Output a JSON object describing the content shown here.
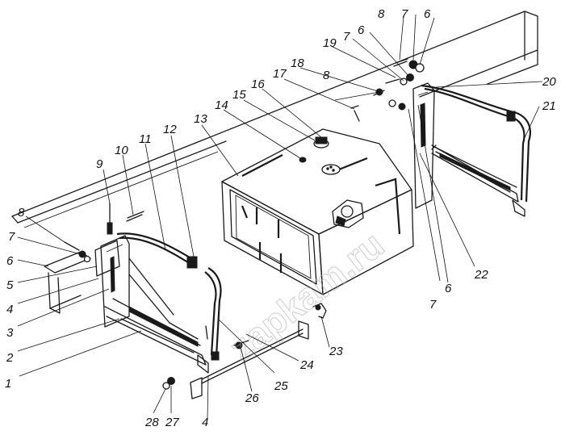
{
  "watermark": "zapkam.ru",
  "callouts": [
    {
      "id": "c1",
      "text": "1"
    },
    {
      "id": "c2",
      "text": "2"
    },
    {
      "id": "c3",
      "text": "3"
    },
    {
      "id": "c4a",
      "text": "4"
    },
    {
      "id": "c4b",
      "text": "4"
    },
    {
      "id": "c5",
      "text": "5"
    },
    {
      "id": "c6a",
      "text": "6"
    },
    {
      "id": "c6b",
      "text": "6"
    },
    {
      "id": "c6c",
      "text": "6"
    },
    {
      "id": "c6d",
      "text": "6"
    },
    {
      "id": "c7a",
      "text": "7"
    },
    {
      "id": "c7b",
      "text": "7"
    },
    {
      "id": "c7c",
      "text": "7"
    },
    {
      "id": "c7d",
      "text": "7"
    },
    {
      "id": "c8a",
      "text": "8"
    },
    {
      "id": "c8b",
      "text": "8"
    },
    {
      "id": "c8c",
      "text": "8"
    },
    {
      "id": "c9",
      "text": "9"
    },
    {
      "id": "c10",
      "text": "10"
    },
    {
      "id": "c11",
      "text": "11"
    },
    {
      "id": "c12",
      "text": "12"
    },
    {
      "id": "c13",
      "text": "13"
    },
    {
      "id": "c14",
      "text": "14"
    },
    {
      "id": "c15",
      "text": "15"
    },
    {
      "id": "c16",
      "text": "16"
    },
    {
      "id": "c17",
      "text": "17"
    },
    {
      "id": "c18",
      "text": "18"
    },
    {
      "id": "c19",
      "text": "19"
    },
    {
      "id": "c20",
      "text": "20"
    },
    {
      "id": "c21",
      "text": "21"
    },
    {
      "id": "c22",
      "text": "22"
    },
    {
      "id": "c23",
      "text": "23"
    },
    {
      "id": "c24",
      "text": "24"
    },
    {
      "id": "c25",
      "text": "25"
    },
    {
      "id": "c26",
      "text": "26"
    },
    {
      "id": "c27",
      "text": "27"
    },
    {
      "id": "c28",
      "text": "28"
    }
  ]
}
